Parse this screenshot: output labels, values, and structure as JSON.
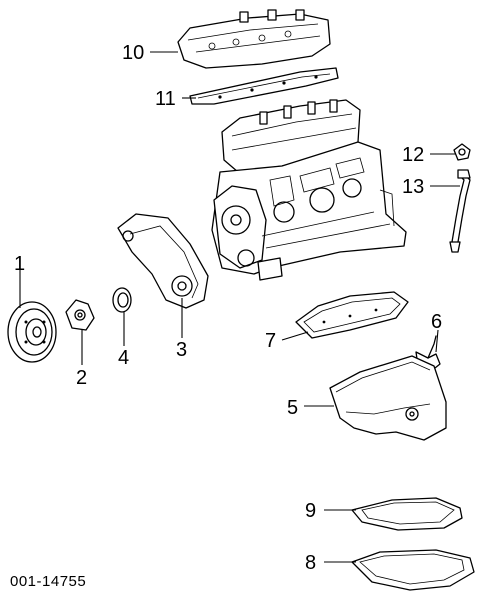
{
  "diagram": {
    "callouts": {
      "c1": "1",
      "c2": "2",
      "c3": "3",
      "c4": "4",
      "c5": "5",
      "c6": "6",
      "c7": "7",
      "c8": "8",
      "c9": "9",
      "c10": "10",
      "c11": "11",
      "c12": "12",
      "c13": "13"
    },
    "figure_code": "001-14755"
  }
}
